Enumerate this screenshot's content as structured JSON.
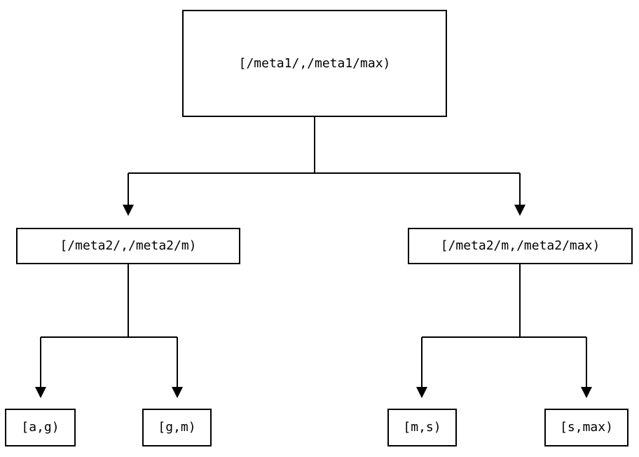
{
  "colors": {
    "line": "#000000",
    "box-border": "#000000",
    "box-background": "#ffffff",
    "text": "#000000",
    "page-background": "#ffffff"
  },
  "tree": {
    "root": {
      "label": "[/meta1/,/meta1/max)"
    },
    "mid_left": {
      "label": "[/meta2/,/meta2/m)"
    },
    "mid_right": {
      "label": "[/meta2/m,/meta2/max)"
    },
    "leaf_ag": {
      "label": "[a,g)"
    },
    "leaf_gm": {
      "label": "[g,m)"
    },
    "leaf_ms": {
      "label": "[m,s)"
    },
    "leaf_smax": {
      "label": "[s,max)"
    }
  }
}
